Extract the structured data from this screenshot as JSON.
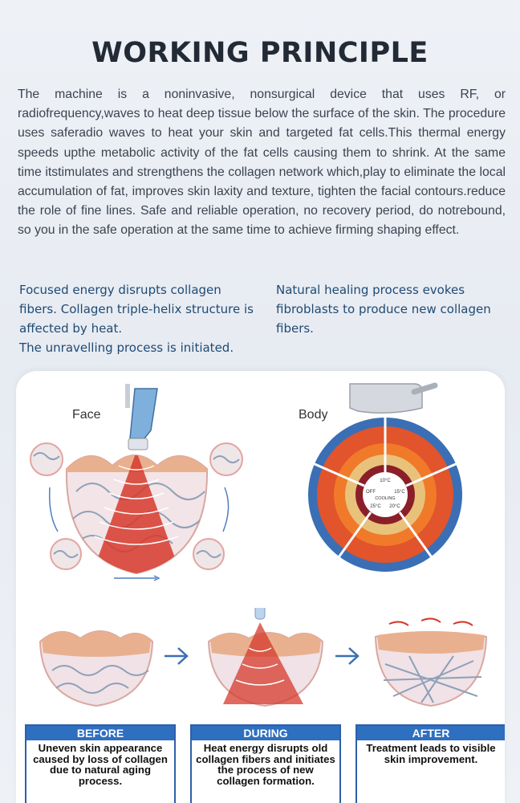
{
  "title": "WORKING PRINCIPLE",
  "intro": "The machine is a noninvasive, nonsurgical device that uses RF, or radiofrequency,waves to heat deep tissue below the surface of the skin. The procedure uses saferadio waves to heat your skin and targeted fat cells.This thermal energy speeds upthe metabolic activity of the fat cells causing them to shrink. At the same time itstimulates and strengthens the collagen network which,play to eliminate the local accumulation of fat, improves skin laxity and texture, tighten the facial contours.reduce the role of fine lines. Safe and reliable operation, no recovery period, do notrebound, so you in the safe operation at the same time to achieve firming shaping effect.",
  "left_column": {
    "text": "Focused energy disrupts collagen fibers. Collagen triple-helix structure is affected by heat.",
    "line2": "The unravelling process is initiated."
  },
  "right_column": {
    "text": "Natural healing process evokes fibroblasts to produce new collagen fibers."
  },
  "diagram": {
    "face_label": "Face",
    "body_label": "Body",
    "cooling": {
      "top": "10°C",
      "off": "OFF",
      "right": "15°C",
      "center": "COOLING",
      "bottom_left": "25°C",
      "bottom_right": "20°C"
    },
    "stages": [
      {
        "heading": "BEFORE",
        "text": "Uneven skin appearance caused by loss of collagen due to natural aging process."
      },
      {
        "heading": "DURING",
        "text": "Heat energy disrupts old collagen fibers and initiates the process of new collagen formation."
      },
      {
        "heading": "AFTER",
        "text": "Treatment leads to visible skin improvement."
      }
    ],
    "colors": {
      "stage_blue": "#2e6fc0",
      "heat_red": "#d63a2c",
      "skin": "#e9b08f",
      "cool_blue": "#3a6fb5"
    }
  }
}
